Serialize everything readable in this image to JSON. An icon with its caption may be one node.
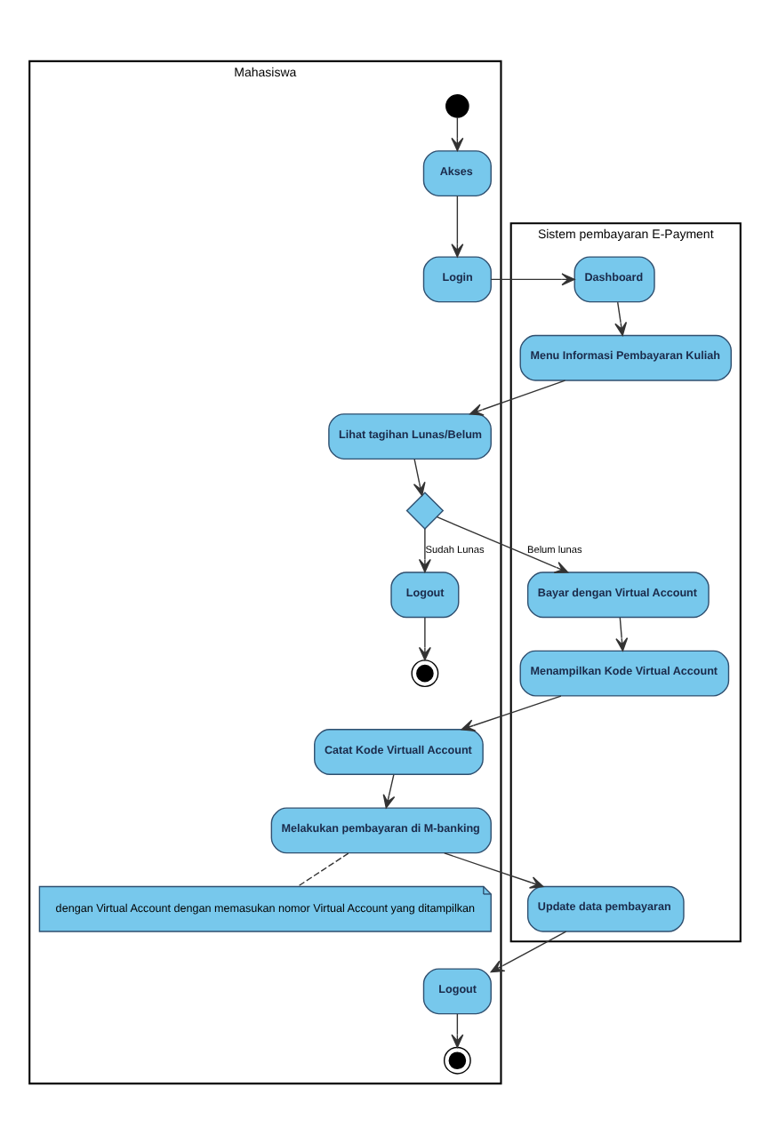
{
  "diagram": {
    "nodes": [
      {
        "text": [
          "Mahasiswa"
        ]
      },
      {
        "text": [
          "Sistem pembayaran E-Payment"
        ]
      },
      {
        "text": [],
        "shape": "circle",
        "in": 0
      },
      {
        "text": [
          "Akses"
        ],
        "in": 0
      },
      {
        "text": [
          "Login"
        ],
        "in": 0
      },
      {
        "text": [
          "Dashboard"
        ],
        "in": 1
      },
      {
        "text": [
          "Menu Informasi Pembayaran Kuliah"
        ],
        "in": 1
      },
      {
        "text": [
          "Lihat tagihan Lunas/Belum"
        ],
        "in": 0
      },
      {
        "text": [],
        "shape": "diamond",
        "in": 0
      },
      {
        "text": [
          "Bayar dengan Virtual Account"
        ],
        "in": 1
      },
      {
        "text": [
          "Logout"
        ],
        "in": 0
      },
      {
        "text": [],
        "shape": "circle",
        "in": 0
      },
      {
        "text": [
          "Menampilkan Kode Virtual Account"
        ],
        "in": 1
      },
      {
        "text": [
          "Catat Kode Virtuall Account"
        ],
        "in": 0
      },
      {
        "text": [
          "Melakukan pembayaran di M-banking"
        ],
        "in": 0
      },
      {
        "text": [
          "Update data pembayaran"
        ],
        "in": 1
      },
      {
        "text": [
          "dengan Virtual Account dengan memasukan nomor Virtual Account yang ditampilkan"
        ],
        "in": 0
      },
      {
        "text": [
          "Logout"
        ],
        "in": 0
      },
      {
        "text": [],
        "shape": "circle",
        "in": 0
      }
    ],
    "edges": [
      {
        "from": 2,
        "to": 3,
        "arrow": "to"
      },
      {
        "from": 3,
        "to": 4,
        "arrow": "to"
      },
      {
        "from": 4,
        "to": 5,
        "arrow": "to"
      },
      {
        "from": 5,
        "to": 6,
        "arrow": "to"
      },
      {
        "from": 6,
        "to": 7,
        "arrow": "to"
      },
      {
        "from": 7,
        "to": 8,
        "arrow": "to"
      },
      {
        "from": 8,
        "to": 9,
        "arrow": "to",
        "label": "Belum lunas"
      },
      {
        "from": 8,
        "to": 10,
        "arrow": "to",
        "label": "Sudah Lunas"
      },
      {
        "from": 10,
        "to": 11,
        "arrow": "to"
      },
      {
        "from": 9,
        "to": 12,
        "arrow": "to"
      },
      {
        "from": 12,
        "to": 13,
        "arrow": "to"
      },
      {
        "from": 13,
        "to": 14,
        "arrow": "to"
      },
      {
        "from": 14,
        "to": 15,
        "arrow": "to"
      },
      {
        "from": 14,
        "to": 16,
        "arrow": "none",
        "style": "dashed"
      },
      {
        "from": 15,
        "to": 17,
        "arrow": "to"
      },
      {
        "from": 17,
        "to": 18,
        "arrow": "to"
      }
    ]
  }
}
